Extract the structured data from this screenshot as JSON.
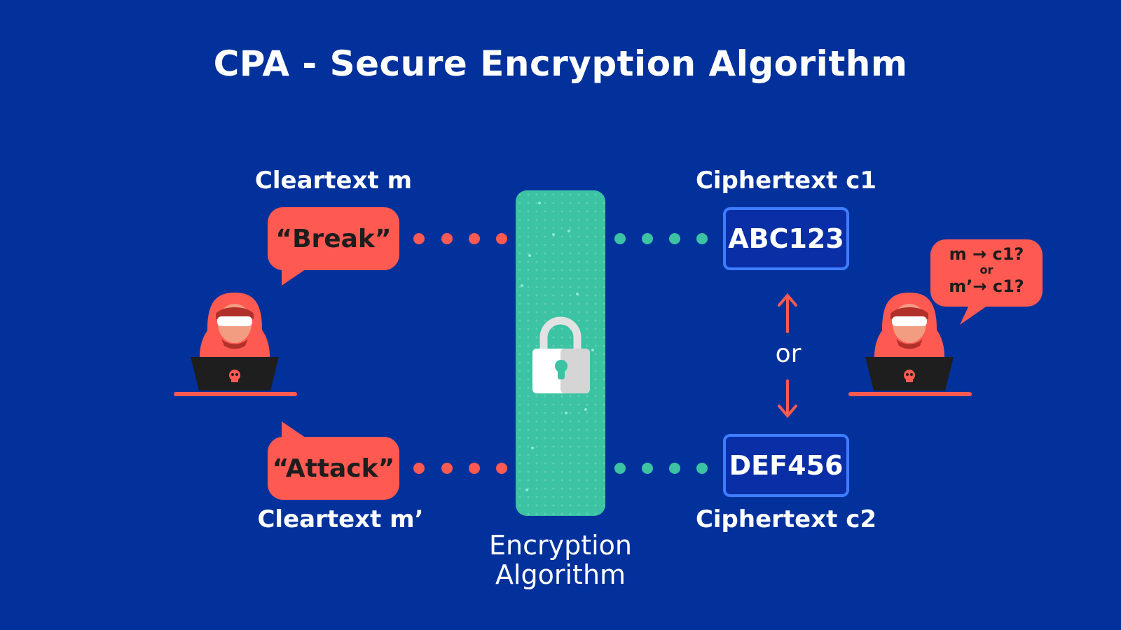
{
  "title": "CPA - Secure Encryption Algorithm",
  "left": {
    "cleartext_m_label": "Cleartext m",
    "cleartext_m2_label": "Cleartext m’",
    "bubble_top": "“Break”",
    "bubble_bottom": "“Attack”"
  },
  "center": {
    "label_line1": "Encryption",
    "label_line2": "Algorithm",
    "icon": "padlock-icon"
  },
  "right": {
    "c1_label": "Ciphertext c1",
    "c2_label": "Ciphertext c2",
    "c1_value": "ABC123",
    "c2_value": "DEF456",
    "or_text": "or",
    "question_line1": "m → c1?",
    "question_line2": "or",
    "question_line3": "m’→ c1?"
  },
  "colors": {
    "background": "#02319c",
    "accent_red": "#ff5a52",
    "accent_teal": "#3bc3a3",
    "box_border": "#3d7dff"
  }
}
